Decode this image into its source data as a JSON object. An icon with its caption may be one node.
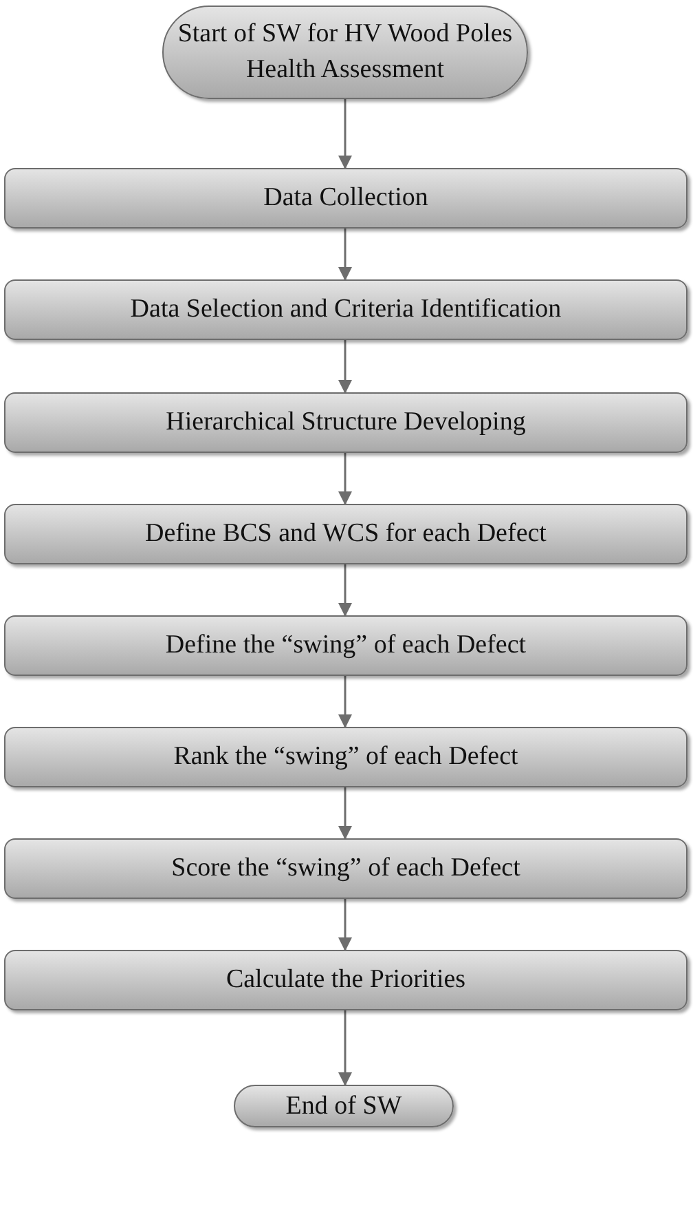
{
  "diagram": {
    "nodes": [
      {
        "text": [
          "Start of SW for HV Wood Poles Health Assessment"
        ]
      },
      {
        "text": [
          "Data Collection"
        ]
      },
      {
        "text": [
          "Data Selection and Criteria Identification"
        ]
      },
      {
        "text": [
          "Hierarchical Structure Developing"
        ]
      },
      {
        "text": [
          "Define BCS and WCS for each Defect"
        ]
      },
      {
        "text": [
          "Define the “swing” of each Defect"
        ]
      },
      {
        "text": [
          "Rank the “swing” of each Defect"
        ]
      },
      {
        "text": [
          "Score the “swing” of each Defect"
        ]
      },
      {
        "text": [
          "Calculate the Priorities"
        ]
      },
      {
        "text": [
          "End of SW"
        ]
      }
    ],
    "edges": [
      {
        "from": 0,
        "to": 1,
        "arrow": "to"
      },
      {
        "from": 1,
        "to": 2,
        "arrow": "to"
      },
      {
        "from": 2,
        "to": 3,
        "arrow": "to"
      },
      {
        "from": 3,
        "to": 4,
        "arrow": "to"
      },
      {
        "from": 4,
        "to": 5,
        "arrow": "to"
      },
      {
        "from": 5,
        "to": 6,
        "arrow": "to"
      },
      {
        "from": 6,
        "to": 7,
        "arrow": "to"
      },
      {
        "from": 7,
        "to": 8,
        "arrow": "to"
      },
      {
        "from": 8,
        "to": 9,
        "arrow": "to"
      }
    ]
  }
}
